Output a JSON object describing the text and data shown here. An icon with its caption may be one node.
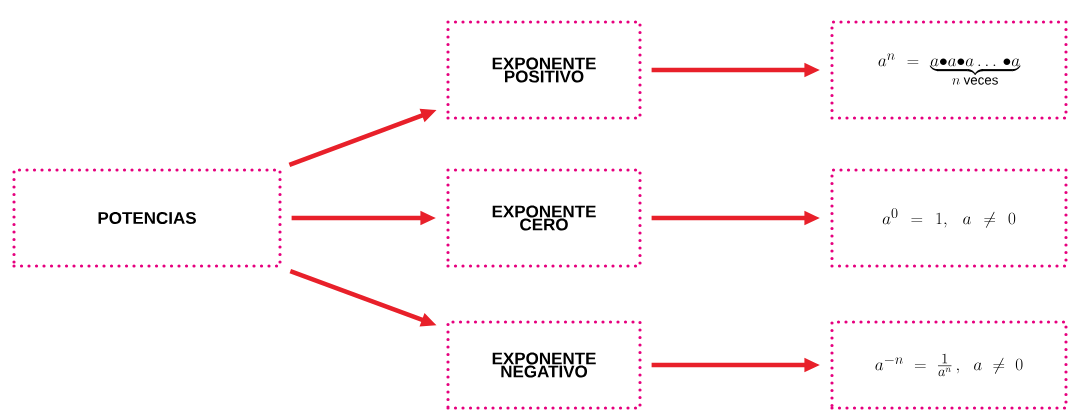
{
  "diagram": {
    "nodes": [
      {
        "text": [
          "POTENCIAS"
        ]
      },
      {
        "text": [
          "EXPONENTE POSITIVO"
        ]
      },
      {
        "text": [
          "EXPONENTE CERO"
        ]
      },
      {
        "text": [
          "EXPONENTE NEGATIVO"
        ]
      },
      {
        "text": [
          "a^{n} = \\underbrace{a{\\bullet}a{\\bullet}a\\ldots\\,{\\bullet}a}_{n\\ \\mathrm{veces}}"
        ]
      },
      {
        "text": [
          "a^{0} = 1,\\; a \\neq 0"
        ]
      },
      {
        "text": [
          "a^{-n} = \\frac{1}{a^{n}}\\,,\\; a \\neq 0"
        ]
      }
    ],
    "edges": [
      {
        "from": 0,
        "to": 1,
        "arrow": "to"
      },
      {
        "from": 0,
        "to": 2,
        "arrow": "to"
      },
      {
        "from": 0,
        "to": 3,
        "arrow": "to"
      },
      {
        "from": 1,
        "to": 4,
        "arrow": "to"
      },
      {
        "from": 2,
        "to": 5,
        "arrow": "to"
      },
      {
        "from": 3,
        "to": 6,
        "arrow": "to"
      }
    ]
  }
}
